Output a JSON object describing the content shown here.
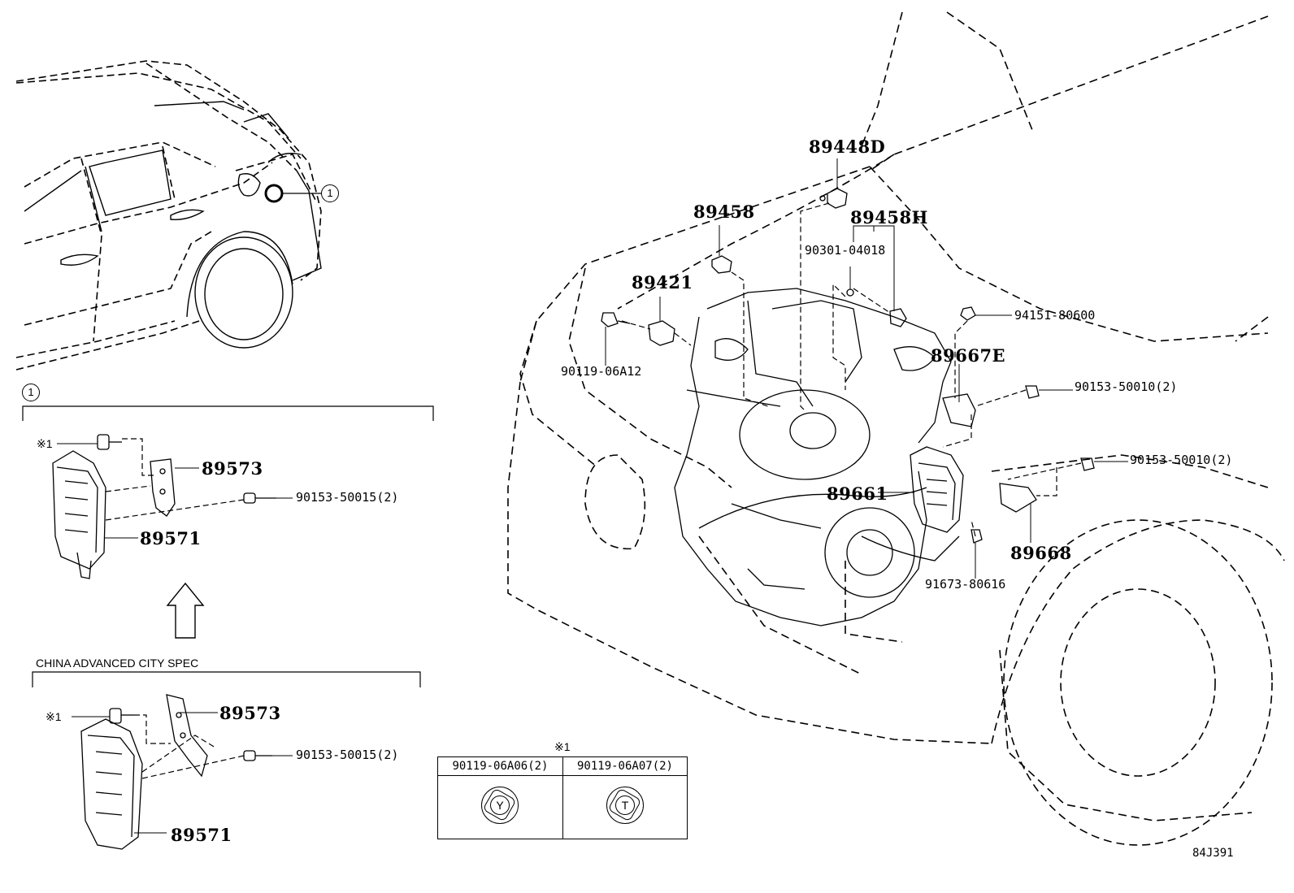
{
  "diagram_code": "84J391",
  "callout": {
    "number": "1"
  },
  "section1": {
    "ref": "1",
    "mark": "※1",
    "bracket_part": "89573",
    "bolt_part": "90153-50015(2)",
    "ecu_part": "89571"
  },
  "section2": {
    "title": "CHINA ADVANCED CITY SPEC",
    "mark": "※1",
    "bracket_part": "89573",
    "bolt_part": "90153-50015(2)",
    "ecu_part": "89571"
  },
  "engine_parts": {
    "p89448D": "89448D",
    "p89458": "89458",
    "p89458H": "89458H",
    "p90301": "90301-04018",
    "p89421": "89421",
    "p94151": "94151-80600",
    "p90119": "90119-06A12",
    "p89667E": "89667E",
    "p90153a": "90153-50010(2)",
    "p90153b": "90153-50010(2)",
    "p89661": "89661",
    "p91673": "91673-80616",
    "p89668": "89668"
  },
  "bolt_table": {
    "mark": "※1",
    "columns": [
      {
        "part": "90119-06A06(2)",
        "symbol": "Y"
      },
      {
        "part": "90119-06A07(2)",
        "symbol": "T"
      }
    ]
  }
}
